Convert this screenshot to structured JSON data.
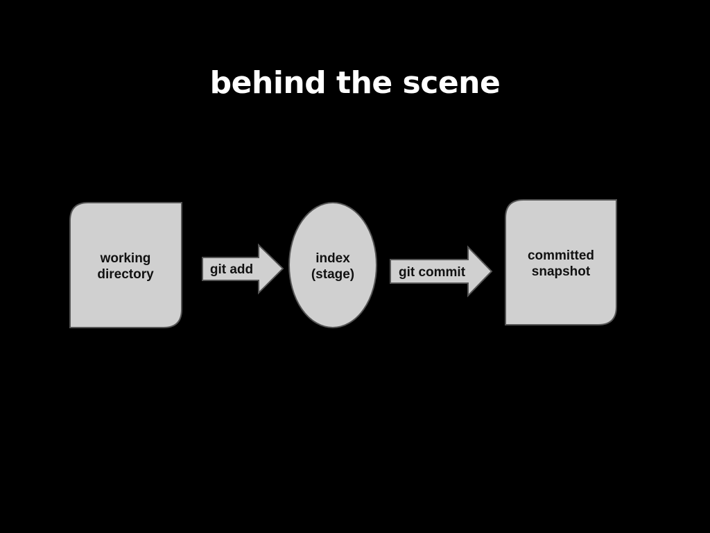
{
  "slide": {
    "title": "behind the scene"
  },
  "diagram": {
    "nodes": {
      "working_directory": {
        "line1": "working",
        "line2": "directory"
      },
      "index": {
        "line1": "index",
        "line2": "(stage)"
      },
      "committed_snapshot": {
        "line1": "committed",
        "line2": "snapshot"
      }
    },
    "arrows": {
      "git_add": "git add",
      "git_commit": "git commit"
    },
    "colors": {
      "background": "#000000",
      "title": "#ffffff",
      "shape_fill": "#d0d0d0",
      "shape_stroke": "#555555",
      "label": "#111111"
    }
  }
}
